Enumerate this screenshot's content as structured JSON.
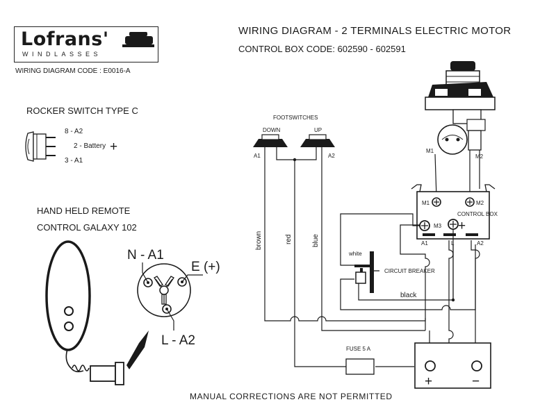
{
  "header": {
    "logo_text": "Lofrans'",
    "logo_sub": "WINDLASSES",
    "title": "WIRING DIAGRAM - 2 TERMINALS  ELECTRIC  MOTOR",
    "subtitle": "CONTROL BOX CODE: 602590 - 602591",
    "diagram_code": "WIRING DIAGRAM CODE : E0016-A"
  },
  "rocker": {
    "title": "ROCKER SWITCH TYPE C",
    "label_a2": "8 - A2",
    "label_battery": "2 - Battery",
    "label_a1": "3 - A1",
    "plus": "+"
  },
  "remote": {
    "title_line1": "HAND HELD REMOTE",
    "title_line2": "CONTROL GALAXY 102",
    "label_n": "N - A1",
    "label_e": "E (+)",
    "label_l": "L - A2"
  },
  "footswitches": {
    "title": "FOOTSWITCHES",
    "down": "DOWN",
    "up": "UP",
    "a1": "A1",
    "a2": "A2"
  },
  "wires": {
    "brown": "brown",
    "red": "red",
    "blue": "blue",
    "white": "white",
    "black": "black"
  },
  "motor": {
    "m1": "M1",
    "m2": "M2"
  },
  "control_box": {
    "m1": "M1",
    "m2": "M2",
    "m3": "M3",
    "label": "CONTROL BOX",
    "plus": "+",
    "a1": "A1",
    "l": "L",
    "a2": "A2"
  },
  "circuit_breaker": "CIRCUIT BREAKER",
  "fuse": "FUSE 5 A",
  "battery": {
    "plus": "+",
    "minus": "−"
  },
  "footer": "MANUAL CORRECTIONS ARE NOT PERMITTED"
}
